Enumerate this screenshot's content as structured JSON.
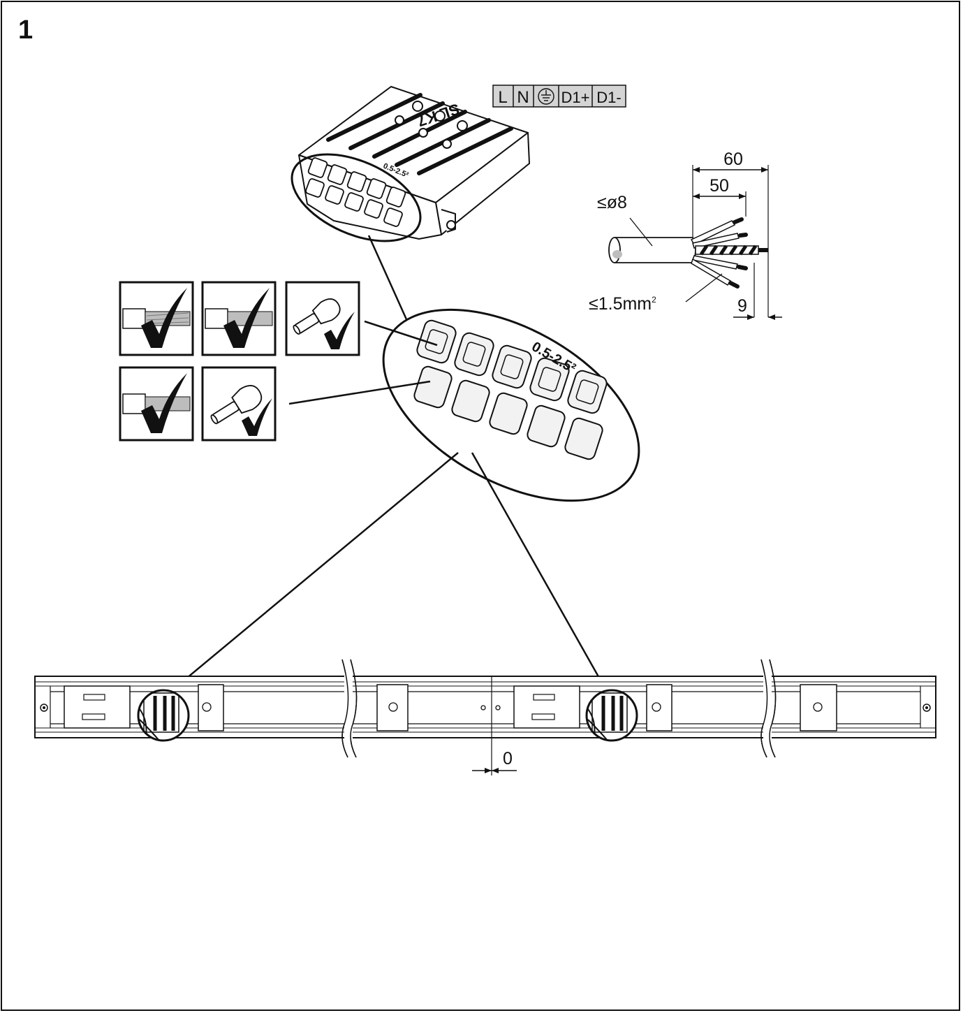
{
  "step_number": "1",
  "terminal_labels": [
    "L",
    "N",
    "⏚",
    "D1+",
    "D1-"
  ],
  "terminal_icons": {
    "ground": "earth-ground-icon"
  },
  "connector_markings": {
    "model": "SL K7",
    "rating": "0.5-2.5²",
    "rating_zoom": "0.5-2.5²"
  },
  "cable": {
    "diameter_label": "≤ø8",
    "cross_section_label": "≤1.5mm",
    "cross_section_sup": "2",
    "dim_outer": "60",
    "dim_inner": "50",
    "dim_strip": "9"
  },
  "wire_types": [
    {
      "name": "stranded-wire",
      "ok": true
    },
    {
      "name": "solid-wire",
      "ok": true
    },
    {
      "name": "ferrule-insulated",
      "ok": true
    },
    {
      "name": "solid-wire-2",
      "ok": true
    },
    {
      "name": "ferrule-plain",
      "ok": true
    }
  ],
  "check_icon": "checkmark-icon",
  "joint_gap_label": "0",
  "colors": {
    "line": "#111111",
    "terminal_fill": "#d4d4d4",
    "wire_grey": "#bdbdbd"
  }
}
